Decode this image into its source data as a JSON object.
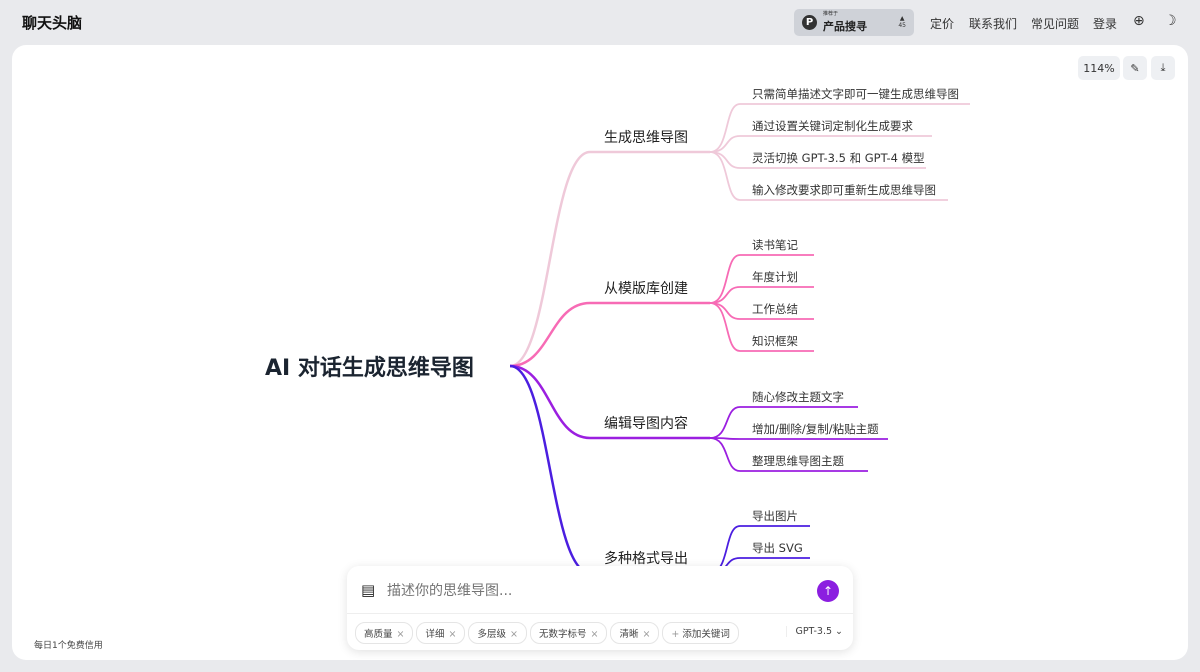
{
  "header": {
    "logo": "聊天头脑",
    "badge": {
      "small": "推荐于",
      "name": "产品搜寻",
      "votes": "45"
    },
    "nav": [
      "定价",
      "联系我们",
      "常见问题",
      "登录"
    ],
    "icons": [
      "globe-icon",
      "moon-icon"
    ]
  },
  "toolbar": {
    "zoom": "114%",
    "icons": [
      "edit-icon",
      "download-icon"
    ]
  },
  "mindmap": {
    "root": "AI 对话生成思维导图",
    "branches": [
      {
        "label": "生成思维导图",
        "color": "#efc9d9",
        "leaves": [
          "只需简单描述文字即可一键生成思维导图",
          "通过设置关键词定制化生成要求",
          "灵活切换 GPT-3.5 和 GPT-4 模型",
          "输入修改要求即可重新生成思维导图"
        ]
      },
      {
        "label": "从模版库创建",
        "color": "#f76bb5",
        "leaves": [
          "读书笔记",
          "年度计划",
          "工作总结",
          "知识框架"
        ]
      },
      {
        "label": "编辑导图内容",
        "color": "#9b1fe0",
        "leaves": [
          "随心修改主题文字",
          "增加/删除/复制/粘贴主题",
          "整理思维导图主题"
        ]
      },
      {
        "label": "多种格式导出",
        "color": "#4b1ee0",
        "leaves": [
          "导出图片",
          "导出 SVG"
        ]
      }
    ]
  },
  "input": {
    "placeholder": "描述你的思维导图...",
    "tags": [
      "高质量",
      "详细",
      "多层级",
      "无数字标号",
      "清晰"
    ],
    "add_keyword": "添加关键词",
    "model": "GPT-3.5"
  },
  "footer": {
    "credit": "每日1个免费信用"
  }
}
